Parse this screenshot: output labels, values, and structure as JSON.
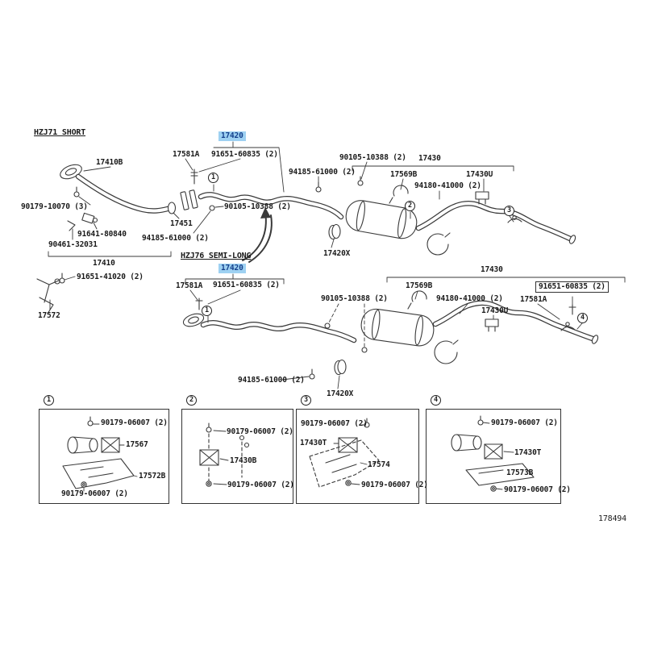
{
  "drawing_number": "178494",
  "colors": {
    "highlight_bg": "#9ed1f2",
    "highlight_text": "#16418c",
    "line": "#3a3a3a",
    "text": "#1a1a1a"
  },
  "callouts": {
    "c1": "1",
    "c2": "2",
    "c3": "3",
    "c4": "4"
  },
  "short": {
    "variant": "HZJ71 SHORT",
    "labels": {
      "p17420": "17420",
      "p17581a": "17581A",
      "p91651_60835": "91651-60835 (2)",
      "p90105_10388_a": "90105-10388 (2)",
      "p17430": "17430",
      "p94185_61000_a": "94185-61000 (2)",
      "p17569b": "17569B",
      "p17430u": "17430U",
      "p94180_41000": "94180-41000 (2)",
      "p17410b": "17410B",
      "p90179_10070": "90179-10070 (3)",
      "p90105_10388_b": "90105-10388 (2)",
      "p17451": "17451",
      "p94185_61000_b": "94185-61000 (2)",
      "p91641_80840": "91641-80840",
      "p90461_32031": "90461-32031",
      "p17410": "17410",
      "p17420x": "17420X",
      "p91651_41020": "91651-41020 (2)",
      "p17572": "17572"
    }
  },
  "semi": {
    "variant": "HZJ76 SEMI-LONG",
    "labels": {
      "p17420": "17420",
      "p17430": "17430",
      "p17581a_left": "17581A",
      "p91651_60835_left": "91651-60835 (2)",
      "p17569b": "17569B",
      "p90105_10388": "90105-10388 (2)",
      "p94180_41000": "94180-41000 (2)",
      "p91651_60835_right": "91651-60835 (2)",
      "p17581a_right": "17581A",
      "p17430u": "17430U",
      "p94185_61000": "94185-61000 (2)",
      "p17420x": "17420X"
    }
  },
  "details": {
    "box1": {
      "number": "1",
      "labels": {
        "bolt_top": "90179-06007 (2)",
        "p17567": "17567",
        "p17572b": "17572B",
        "bolt_bottom": "90179-06007 (2)"
      }
    },
    "box2": {
      "number": "2",
      "labels": {
        "bolt_top": "90179-06007 (2)",
        "p17430b": "17430B",
        "bolt_bottom": "90179-06007 (2)"
      }
    },
    "box3": {
      "number": "3",
      "labels": {
        "bolt_top": "90179-06007 (2)",
        "p17430t": "17430T",
        "p17574": "17574",
        "bolt_bottom": "90179-06007 (2)"
      }
    },
    "box4": {
      "number": "4",
      "labels": {
        "bolt_top": "90179-06007 (2)",
        "p17430t": "17430T",
        "p17573b": "17573B",
        "bolt_bottom": "90179-06007 (2)"
      }
    }
  }
}
